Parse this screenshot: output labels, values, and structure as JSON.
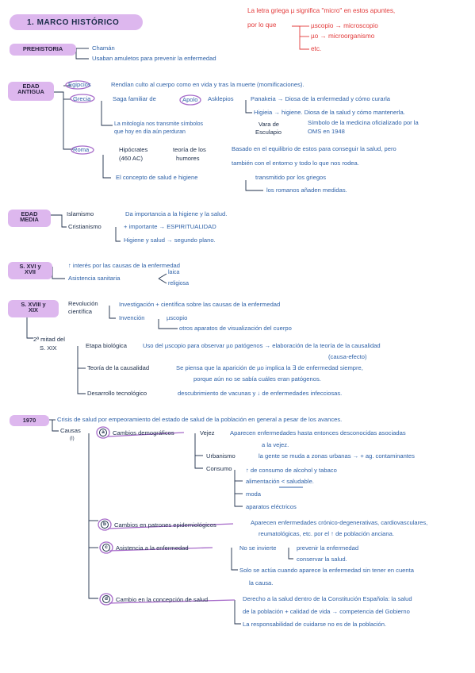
{
  "title": "1. MARCO HISTÓRICO",
  "note": {
    "line1": "La letra griega µ significa \"micro\" en estos apuntes,",
    "line2": "por lo que",
    "items": [
      "µscopio → microscopio",
      "µo → microorganismo",
      "etc."
    ]
  },
  "prehistoria": {
    "tag": "PREHISTORIA",
    "items": [
      "Chamán",
      "Usaban amuletos para prevenir la enfermedad"
    ]
  },
  "edad_antigua": {
    "tag_lines": [
      "EDAD",
      "ANTIGUA"
    ],
    "egipcios": "Egipcios",
    "egipcios_text": "Rendían culto al cuerpo como en vida y tras la muerte (momificaciones).",
    "grecia": "Grecia",
    "grecia_saga": "Saga familiar de",
    "apolo": "Apolo",
    "asclepios": "Asklepios",
    "panakeia": "Panakeia → Diosa de la enfermedad y cómo curarla",
    "higieia": "Higieia → higiene. Diosa de la salud y cómo mantenerla.",
    "mitologia_1": "La mitología nos transmite símbolos",
    "mitologia_2": "que hoy en día aún perduran",
    "vara_1": "Vara de",
    "vara_2": "Esculapio",
    "simbolo_1": "Símbolo de la medicina oficializado por la",
    "simbolo_2": "OMS en 1948",
    "roma": "Roma",
    "hipocrates_1": "Hipócrates",
    "hipocrates_2": "(460 AC)",
    "teoria_1": "teoría de los",
    "teoria_2": "humores",
    "basado_1": "Basado en el equilibrio de estos para conseguir la salud, pero",
    "basado_2": "también con el entorno y todo lo que nos rodea.",
    "concepto": "El concepto de salud e higiene",
    "transmitido": "transmitido por los griegos",
    "romanos": "los romanos añaden medidas."
  },
  "edad_media": {
    "tag_lines": [
      "EDAD",
      "MEDIA"
    ],
    "islamismo": "Islamismo",
    "islamismo_text": "Da importancia a la higiene y la salud.",
    "cristianismo": "Cristianismo",
    "importante": "+ importante → ESPIRITUALIDAD",
    "segundo": "Higiene y salud → segundo plano."
  },
  "s_xvi": {
    "tag_lines": [
      "S. XVI y",
      "XVII"
    ],
    "interes": "↑ interés por las causas de la enfermedad",
    "asistencia": "Asistencia sanitaria",
    "laica": "laica",
    "religiosa": "religiosa"
  },
  "s_xviii": {
    "tag_lines": [
      "S. XVIII y",
      "XIX"
    ],
    "revolucion_1": "Revolución",
    "revolucion_2": "científica",
    "investigacion": "Investigación + científica sobre las causas de la enfermedad",
    "invencion": "Invención",
    "uscopio": "µscopio",
    "otros": "otros aparatos de visualización del cuerpo",
    "mitad_1": "2ª mitad del",
    "mitad_2": "S. XIX",
    "etapa": "Etapa biológica",
    "etapa_text": "Uso del µscopio para observar µo patógenos → elaboración de la teoría de la causalidad",
    "causa_efecto": "(causa-efecto)",
    "teoria_caus": "Teoría de la causalidad",
    "piensa_1": "Se piensa que la aparición de µo implica la ∃ de enfermedad siempre,",
    "piensa_2": "porque aún no se sabía cuáles eran patógenos.",
    "desarrollo": "Desarrollo tecnológico",
    "descubrimiento": "descubrimiento de vacunas y ↓ de enfermedades infecciosas."
  },
  "y1970": {
    "tag": "1970",
    "crisis": "Crisis de salud por empeoramiento del estado de salud de la población en general a pesar de los avances.",
    "causas": "Causas",
    "causas_sub": "(I)",
    "a_letter": "a",
    "a_label": "Cambios demográficos",
    "vejez": "Vejez",
    "vejez_text_1": "Aparecen enfermedades hasta entonces desconocidas asociadas",
    "vejez_text_2": "a la vejez.",
    "urbanismo": "Urbanismo",
    "urbanismo_text": "la gente se muda a zonas urbanas → + ag. contaminantes",
    "consumo": "Consumo",
    "consumo_items": [
      "↑ de consumo de alcohol y tabaco",
      "alimentación < saludable.",
      "moda",
      "aparatos eléctricos"
    ],
    "b_letter": "b",
    "b_label": "Cambios en patrones epidemiológicos",
    "b_text_1": "Aparecen enfermedades crónico-degenerativas, cardiovasculares,",
    "b_text_2": "reumatológicas, etc. por el ↑ de población anciana.",
    "c_letter": "c",
    "c_label": "Asistencia a la enfermedad",
    "no_invierte": "No se invierte",
    "prevenir": "prevenir la enfermedad",
    "conservar": "conservar la salud.",
    "solo_1": "Solo se actúa cuando aparece la enfermedad sin tener en cuenta",
    "solo_2": "la causa.",
    "d_letter": "d",
    "d_label": "Cambio en la concepción de salud",
    "derecho_1": "Derecho a la salud dentro de la Constitución Española: la salud",
    "derecho_2": "de la población + calidad de vida → competencia del Gobierno",
    "derecho_3": "La responsabilidad de cuidarse no es de la población."
  },
  "colors": {
    "tag_fill": "#ddb7ee",
    "blue_ink": "#2f62a8",
    "dark_ink": "#1c2d49",
    "red_ink": "#e23a3a",
    "accent_purple": "#a66ac9"
  }
}
